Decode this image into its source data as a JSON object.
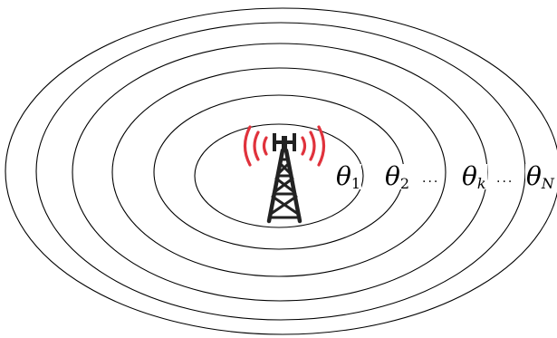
{
  "diagram": {
    "labels": {
      "theta_1": {
        "symbol": "θ",
        "sub": "1"
      },
      "theta_2": {
        "symbol": "θ",
        "sub": "2"
      },
      "theta_k": {
        "symbol": "θ",
        "sub": "k"
      },
      "theta_N": {
        "symbol": "θ",
        "sub": "N"
      }
    },
    "ellipsis_1": "···",
    "ellipsis_2": "···",
    "ring_count": 6,
    "colors": {
      "rings": "#000000",
      "tower": "#222222",
      "signal_waves": "#e0323c"
    },
    "icons": {
      "tower": "cell-tower-icon",
      "signal": "radio-signal-icon"
    }
  }
}
